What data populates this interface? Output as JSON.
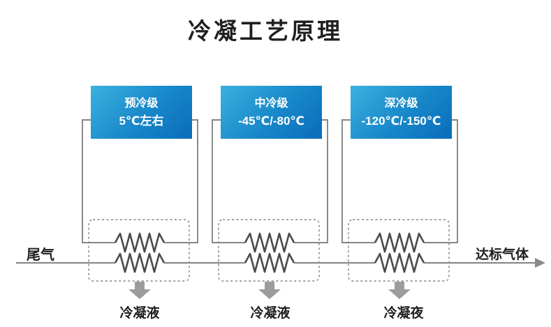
{
  "title": "冷凝工艺原理",
  "pipe": {
    "inlet_label": "尾气",
    "outlet_label": "达标气体"
  },
  "stages": [
    {
      "name": "预冷级",
      "temp_range": "5℃左右",
      "condensate_label": "冷凝液"
    },
    {
      "name": "中冷级",
      "temp_range": "-45℃/-80℃",
      "condensate_label": "冷凝液"
    },
    {
      "name": "深冷级",
      "temp_range": "-120℃/-150℃",
      "condensate_label": "冷凝夜"
    }
  ],
  "colors": {
    "stage_box_top": "#3cb0de",
    "stage_box_mid": "#1787c9",
    "stage_box_bottom": "#0a6cba",
    "stage_text": "#ffffff",
    "line": "#8a8a8a",
    "loop_line": "#858585",
    "coil": "#4b4b4b",
    "dash": "#949494",
    "arrow": "#9c9c9c",
    "text": "#1f1f1f"
  }
}
